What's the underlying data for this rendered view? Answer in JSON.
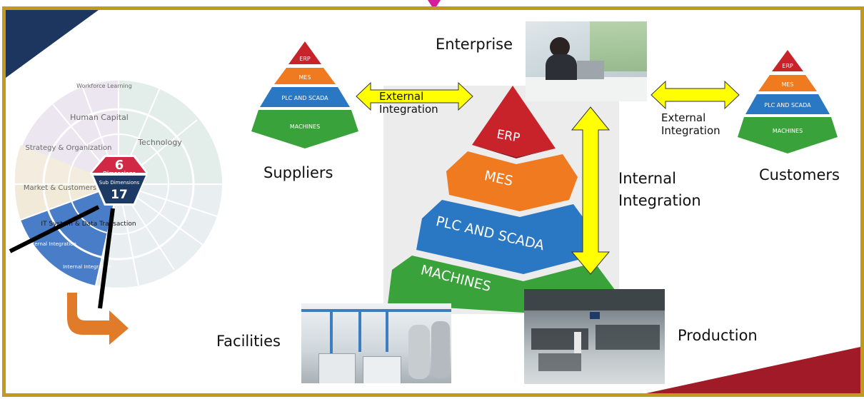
{
  "wheel": {
    "center_number": "6",
    "center_label": "Dimensions",
    "sub_label": "Sub Dimensions",
    "sub_number": "17",
    "segments": [
      "Workforce Learning",
      "Human Capital",
      "Technology",
      "Strategy & Organization",
      "Market & Customers",
      "IT System & Data Transaction",
      "External Integration",
      "Internal Integration"
    ],
    "colors": {
      "blue": "#3b73c6",
      "hex_red": "#d02845",
      "hex_navy": "#1c3a63",
      "orange": "#e07b2a"
    }
  },
  "pyramid": {
    "levels": [
      "ERP",
      "MES",
      "PLC AND SCADA",
      "MACHINES"
    ]
  },
  "labels": {
    "enterprise": "Enterprise",
    "suppliers": "Suppliers",
    "customers": "Customers",
    "facilities": "Facilities",
    "production": "Production",
    "external_integration_left": "External\nIntegration",
    "external_integration_right": "External\nIntegration",
    "internal_integration": "Internal\nIntegration"
  },
  "colors": {
    "border": "#c09a1e",
    "navy": "#1c365f",
    "crimson": "#a11a28",
    "arrow_yellow": "#ffff00",
    "erp": "#c8232b",
    "mes": "#f07a1f",
    "plc": "#2a77c4",
    "machines": "#3aa23a"
  }
}
